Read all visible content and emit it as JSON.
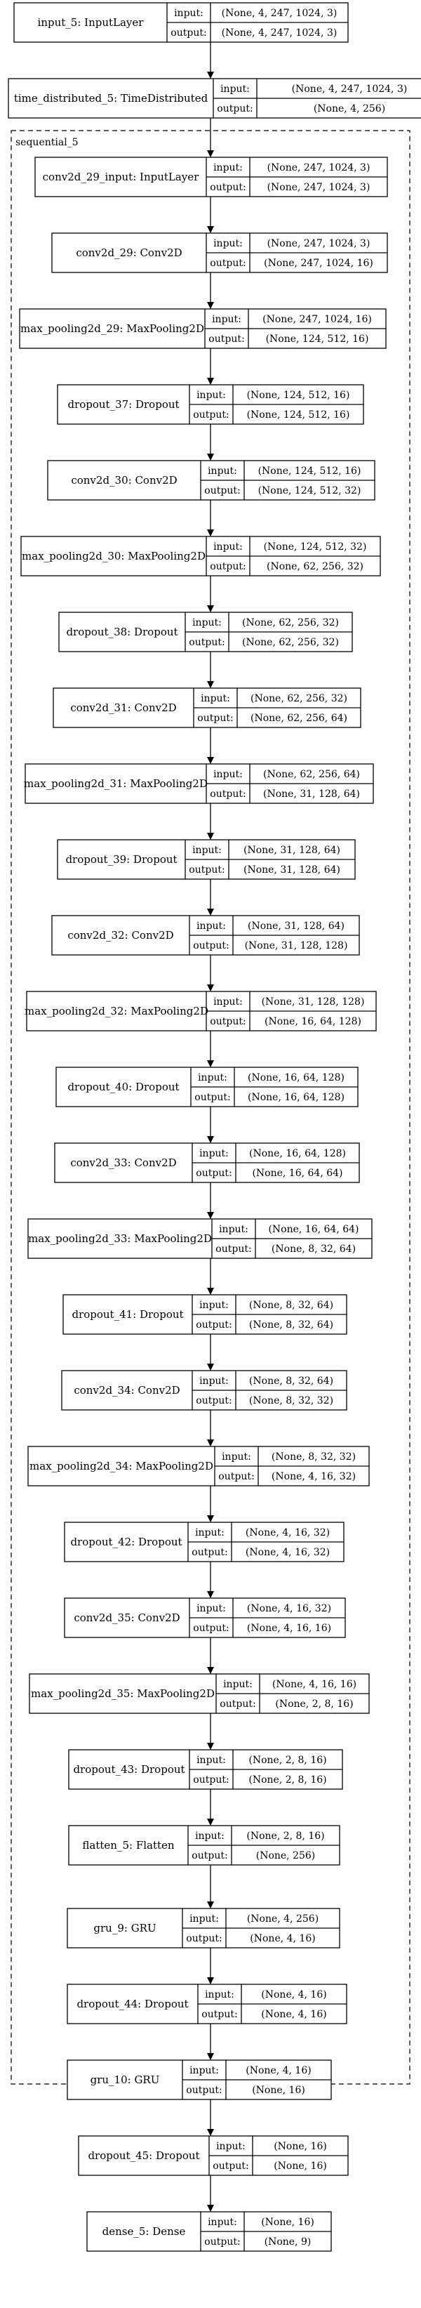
{
  "cluster_label": "sequential_5",
  "io_labels": {
    "input": "input:",
    "output": "output:"
  },
  "layers": [
    {
      "name": "input_5: InputLayer",
      "input": "(None, 4, 247, 1024, 3)",
      "output": "(None, 4, 247, 1024, 3)"
    },
    {
      "name": "time_distributed_5: TimeDistributed",
      "input": "(None, 4, 247, 1024, 3)",
      "output": "(None, 4, 256)"
    },
    {
      "name": "conv2d_29_input: InputLayer",
      "input": "(None, 247, 1024, 3)",
      "output": "(None, 247, 1024, 3)"
    },
    {
      "name": "conv2d_29: Conv2D",
      "input": "(None, 247, 1024, 3)",
      "output": "(None, 247, 1024, 16)"
    },
    {
      "name": "max_pooling2d_29: MaxPooling2D",
      "input": "(None, 247, 1024, 16)",
      "output": "(None, 124, 512, 16)"
    },
    {
      "name": "dropout_37: Dropout",
      "input": "(None, 124, 512, 16)",
      "output": "(None, 124, 512, 16)"
    },
    {
      "name": "conv2d_30: Conv2D",
      "input": "(None, 124, 512, 16)",
      "output": "(None, 124, 512, 32)"
    },
    {
      "name": "max_pooling2d_30: MaxPooling2D",
      "input": "(None, 124, 512, 32)",
      "output": "(None, 62, 256, 32)"
    },
    {
      "name": "dropout_38: Dropout",
      "input": "(None, 62, 256, 32)",
      "output": "(None, 62, 256, 32)"
    },
    {
      "name": "conv2d_31: Conv2D",
      "input": "(None, 62, 256, 32)",
      "output": "(None, 62, 256, 64)"
    },
    {
      "name": "max_pooling2d_31: MaxPooling2D",
      "input": "(None, 62, 256, 64)",
      "output": "(None, 31, 128, 64)"
    },
    {
      "name": "dropout_39: Dropout",
      "input": "(None, 31, 128, 64)",
      "output": "(None, 31, 128, 64)"
    },
    {
      "name": "conv2d_32: Conv2D",
      "input": "(None, 31, 128, 64)",
      "output": "(None, 31, 128, 128)"
    },
    {
      "name": "max_pooling2d_32: MaxPooling2D",
      "input": "(None, 31, 128, 128)",
      "output": "(None, 16, 64, 128)"
    },
    {
      "name": "dropout_40: Dropout",
      "input": "(None, 16, 64, 128)",
      "output": "(None, 16, 64, 128)"
    },
    {
      "name": "conv2d_33: Conv2D",
      "input": "(None, 16, 64, 128)",
      "output": "(None, 16, 64, 64)"
    },
    {
      "name": "max_pooling2d_33: MaxPooling2D",
      "input": "(None, 16, 64, 64)",
      "output": "(None, 8, 32, 64)"
    },
    {
      "name": "dropout_41: Dropout",
      "input": "(None, 8, 32, 64)",
      "output": "(None, 8, 32, 64)"
    },
    {
      "name": "conv2d_34: Conv2D",
      "input": "(None, 8, 32, 64)",
      "output": "(None, 8, 32, 32)"
    },
    {
      "name": "max_pooling2d_34: MaxPooling2D",
      "input": "(None, 8, 32, 32)",
      "output": "(None, 4, 16, 32)"
    },
    {
      "name": "dropout_42: Dropout",
      "input": "(None, 4, 16, 32)",
      "output": "(None, 4, 16, 32)"
    },
    {
      "name": "conv2d_35: Conv2D",
      "input": "(None, 4, 16, 32)",
      "output": "(None, 4, 16, 16)"
    },
    {
      "name": "max_pooling2d_35: MaxPooling2D",
      "input": "(None, 4, 16, 16)",
      "output": "(None, 2, 8, 16)"
    },
    {
      "name": "dropout_43: Dropout",
      "input": "(None, 2, 8, 16)",
      "output": "(None, 2, 8, 16)"
    },
    {
      "name": "flatten_5: Flatten",
      "input": "(None, 2, 8, 16)",
      "output": "(None, 256)"
    },
    {
      "name": "gru_9: GRU",
      "input": "(None, 4, 256)",
      "output": "(None, 4, 16)"
    },
    {
      "name": "dropout_44: Dropout",
      "input": "(None, 4, 16)",
      "output": "(None, 4, 16)"
    },
    {
      "name": "gru_10: GRU",
      "input": "(None, 4, 16)",
      "output": "(None, 16)"
    },
    {
      "name": "dropout_45: Dropout",
      "input": "(None, 16)",
      "output": "(None, 16)"
    },
    {
      "name": "dense_5: Dense",
      "input": "(None, 16)",
      "output": "(None, 9)"
    }
  ]
}
